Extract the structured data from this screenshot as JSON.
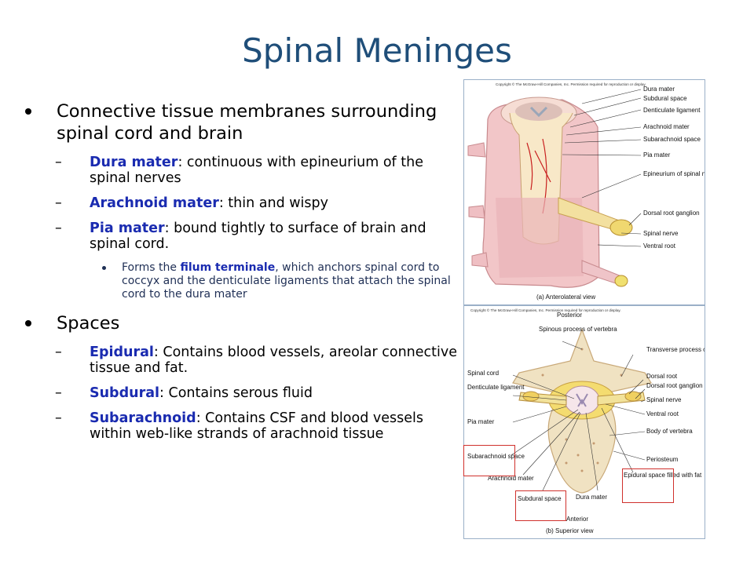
{
  "title": "Spinal Meninges",
  "bullets": {
    "b1": "Connective tissue membranes surrounding spinal cord and brain",
    "b1_sub": [
      {
        "term": "Dura mater",
        "text": ": continuous with epineurium of the spinal nerves"
      },
      {
        "term": "Arachnoid mater",
        "text": ": thin and wispy"
      },
      {
        "term": "Pia mater",
        "text": ": bound tightly to surface of brain and spinal cord."
      }
    ],
    "b1_sub3": {
      "pre": "Forms the ",
      "term": "filum terminale",
      "post": ", which anchors spinal cord to coccyx and the denticulate ligaments that attach the spinal cord to the dura mater"
    },
    "b2": "Spaces",
    "b2_sub": [
      {
        "term": "Epidural",
        "text": ": Contains blood vessels, areolar connective tissue and fat."
      },
      {
        "term": "Subdural",
        "text": ": Contains serous fluid"
      },
      {
        "term": "Subarachnoid",
        "text": ": Contains CSF and blood vessels within web-like strands of arachnoid tissue"
      }
    ]
  },
  "fig_a": {
    "copyright": "Copyright © The McGraw-Hill Companies, Inc. Permission required for reproduction or display.",
    "labels": [
      "Dura mater",
      "Subdural space",
      "Denticulate ligament",
      "Arachnoid mater",
      "Subarachnoid space",
      "Pia mater",
      "Epineurium of spinal nerve",
      "Dorsal root ganglion",
      "Spinal nerve",
      "Ventral root"
    ],
    "caption": "(a) Anterolateral view"
  },
  "fig_b": {
    "copyright": "Copyright © The McGraw-Hill Companies, Inc. Permission required for reproduction or display.",
    "top": "Posterior",
    "bottom": "Anterior",
    "labels": {
      "spinous": "Spinous process of vertebra",
      "transverse": "Transverse process of vertebra",
      "spinal_cord": "Spinal cord",
      "denticulate": "Denticulate ligament",
      "dorsal_root": "Dorsal root",
      "dorsal_ganglion": "Dorsal root ganglion",
      "spinal_nerve": "Spinal nerve",
      "ventral_root": "Ventral root",
      "pia": "Pia mater",
      "body": "Body of vertebra",
      "periosteum": "Periosteum",
      "subarachnoid": "Subarachnoid space",
      "arachnoid": "Arachnoid mater",
      "subdural": "Subdural space",
      "dura": "Dura mater",
      "epidural": "Epidural space filled with fat"
    },
    "caption": "(b) Superior view"
  }
}
